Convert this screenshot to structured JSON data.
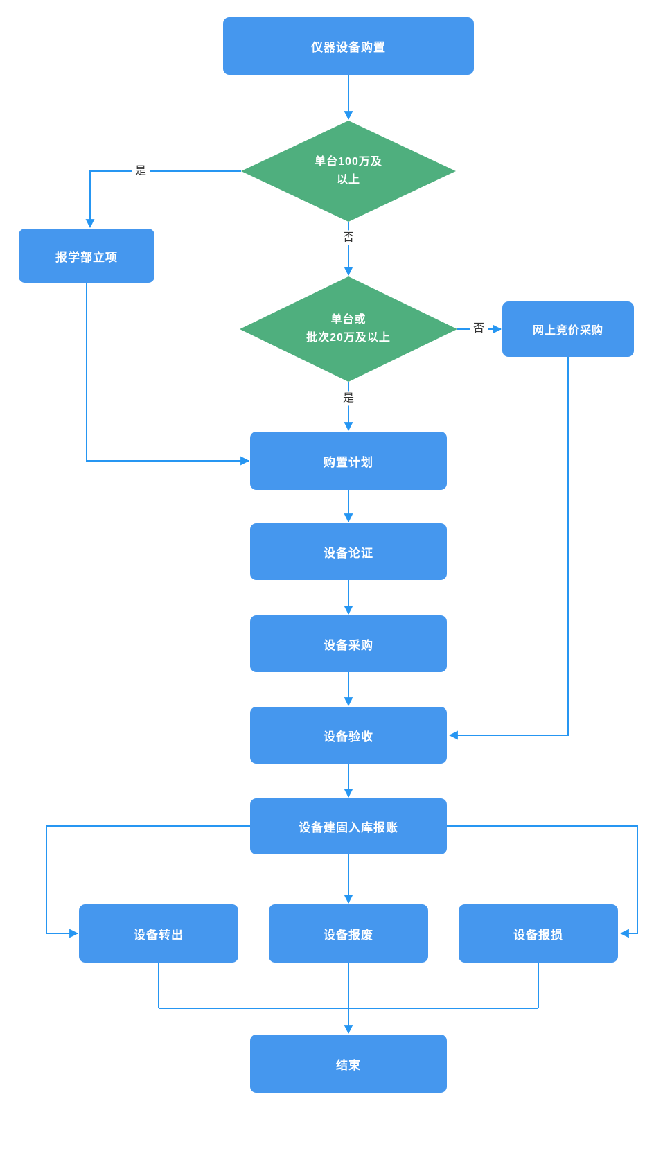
{
  "nodes": {
    "start": {
      "label": "仪器设备购置"
    },
    "decision_100w": {
      "label_line1": "单台100万及",
      "label_line2": "以上"
    },
    "faculty_approval": {
      "label": "报学部立项"
    },
    "decision_20w": {
      "label_line1": "单台或",
      "label_line2": "批次20万及以上"
    },
    "online_bidding": {
      "label": "网上竞价采购"
    },
    "purchase_plan": {
      "label": "购置计划"
    },
    "equipment_review": {
      "label": "设备论证"
    },
    "equipment_procurement": {
      "label": "设备采购"
    },
    "equipment_acceptance": {
      "label": "设备验收"
    },
    "asset_registration": {
      "label": "设备建固入库报账"
    },
    "transfer_out": {
      "label": "设备转出"
    },
    "scrap": {
      "label": "设备报废"
    },
    "damage_report": {
      "label": "设备报损"
    },
    "end": {
      "label": "结束"
    }
  },
  "edge_labels": {
    "decision1_yes": "是",
    "decision1_no": "否",
    "decision2_no": "否",
    "decision2_yes": "是"
  },
  "colors": {
    "process_fill": "#4597EE",
    "decision_fill": "#4FAF7E",
    "connector": "#2696F2",
    "edge_label_text": "#333333",
    "node_text": "#FFFFFF",
    "background": "#FFFFFF"
  }
}
